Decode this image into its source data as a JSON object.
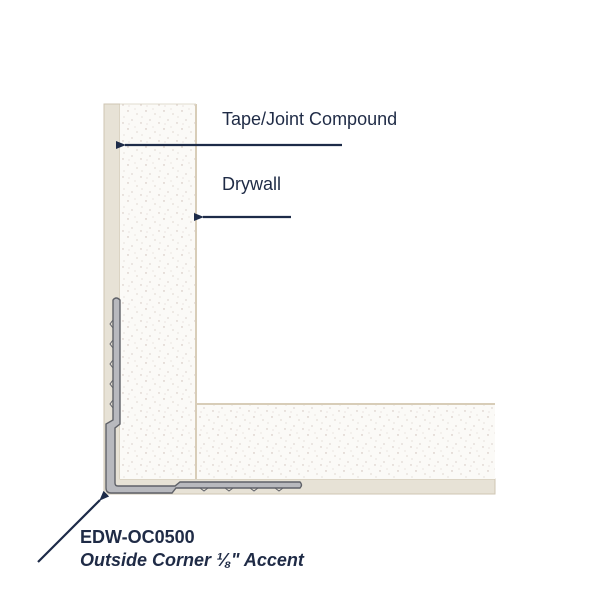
{
  "labels": {
    "tape_joint_compound": "Tape/Joint Compound",
    "drywall": "Drywall",
    "product_code": "EDW-OC0500",
    "product_description": "Outside Corner ⅛\" Accent"
  },
  "colors": {
    "compound": "#e7e2d6",
    "compound_edge": "#cfc6b3",
    "drywall_fill": "#fbfaf7",
    "drywall_speckle": "#c9b8b0",
    "trim_fill": "#b8b9be",
    "trim_stroke": "#5f6168",
    "arrow": "#1d2b48",
    "text": "#1f2b46"
  }
}
